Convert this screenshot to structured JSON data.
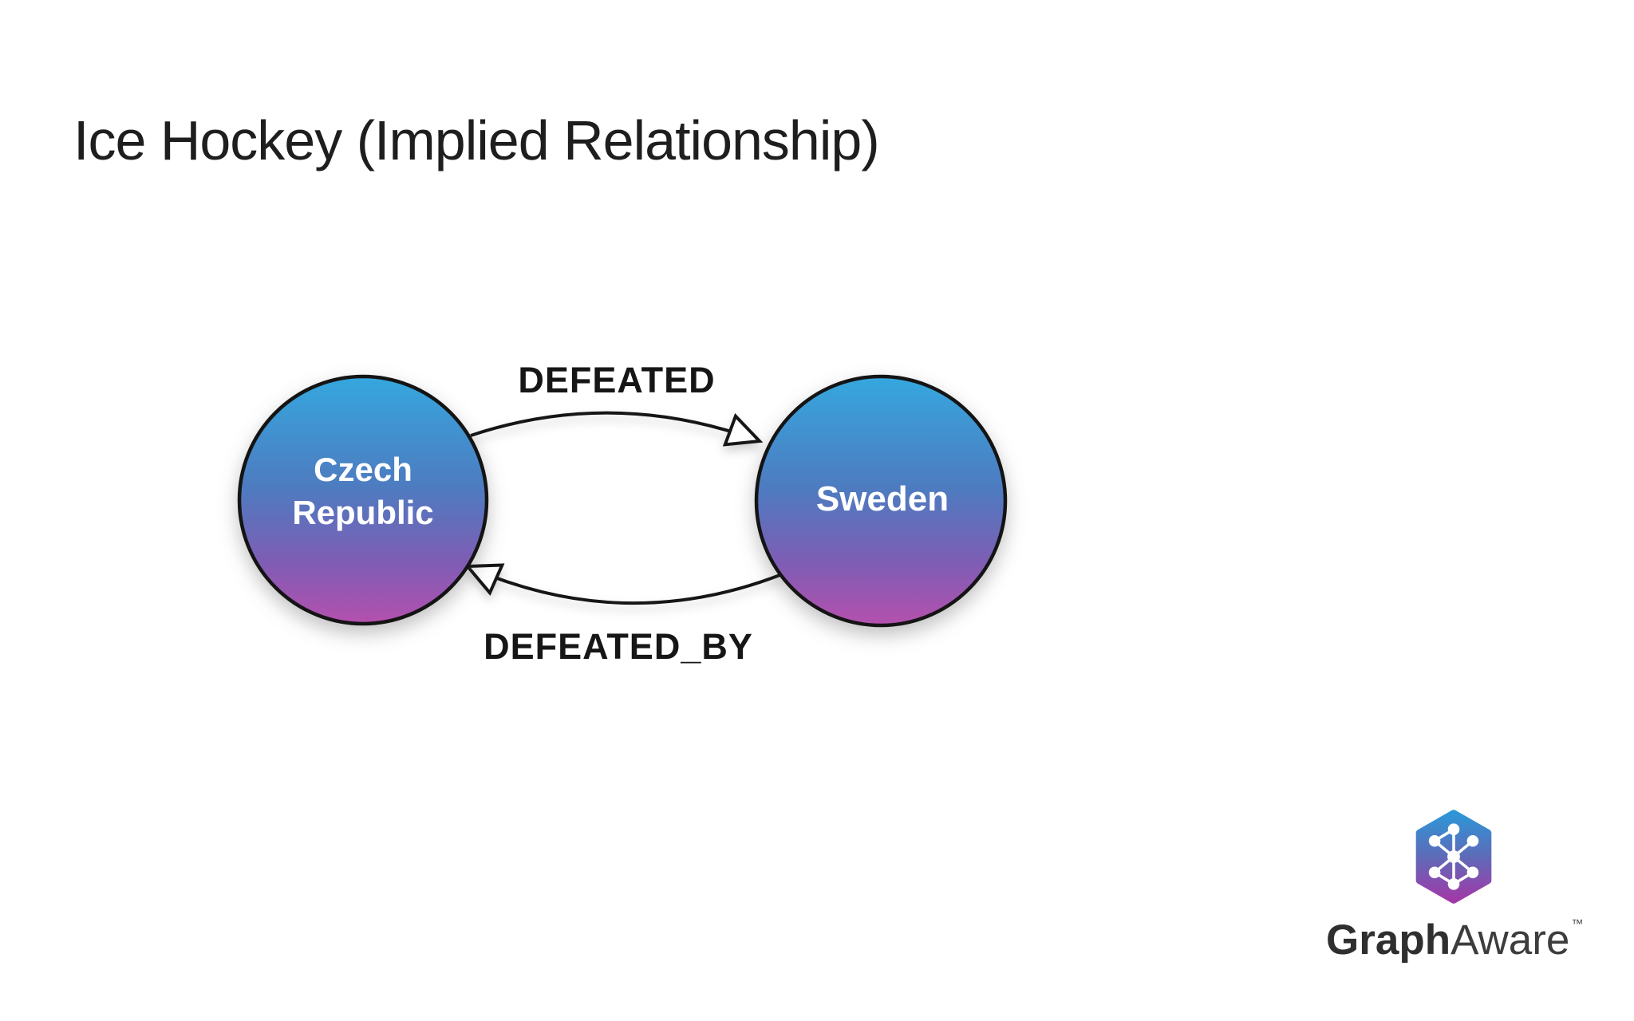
{
  "slide": {
    "title": "Ice Hockey (Implied Relationship)",
    "background": "#FFFFFF"
  },
  "diagram": {
    "nodes": [
      {
        "id": "czech-republic",
        "label": "Czech Republic",
        "label_lines": [
          "Czech",
          "Republic"
        ]
      },
      {
        "id": "sweden",
        "label": "Sweden",
        "label_lines": [
          "Sweden"
        ]
      }
    ],
    "edges": [
      {
        "label": "DEFEATED",
        "from": "czech-republic",
        "to": "sweden"
      },
      {
        "label": "DEFEATED_BY",
        "from": "sweden",
        "to": "czech-republic"
      }
    ],
    "colors": {
      "node_gradient_top": "#35A7DE",
      "node_gradient_mid": "#4E7BC0",
      "node_gradient_low": "#7E5DB4",
      "node_gradient_bottom": "#B550AE",
      "node_outline": "#141414",
      "node_text": "#FFFFFF",
      "arrow_stroke": "#161616",
      "arrowhead_fill": "#FFFFFF",
      "edge_label_text": "#161616"
    }
  },
  "logo": {
    "brand_primary": "Graph",
    "brand_secondary": "Aware",
    "trademark": "™",
    "colors": {
      "hex_gradient_top": "#2E96D8",
      "hex_gradient_mid": "#5E6BB8",
      "hex_gradient_bottom": "#A139A8",
      "network": "#FFFFFF",
      "text_primary": "#2F2F2F",
      "text_secondary": "#3D3D3D"
    }
  }
}
